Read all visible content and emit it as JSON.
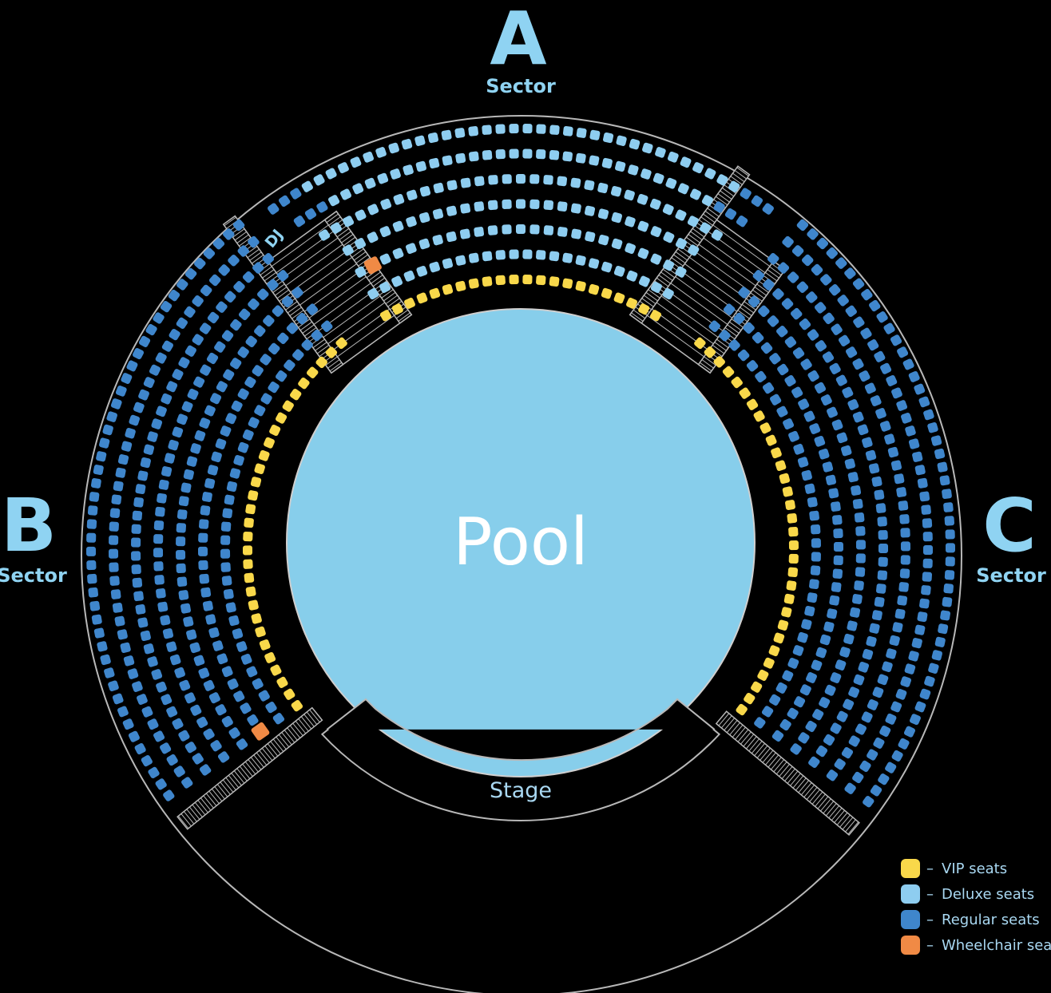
{
  "colors": {
    "vip": "#f9d84a",
    "deluxe": "#8ecdf0",
    "regular": "#3f86cc",
    "wheelchair": "#f08a45",
    "pool": "#87ceeb",
    "label": "#8fd3f2",
    "line": "#b8b8b8"
  },
  "sectors": [
    {
      "letter": "A",
      "label": "Sector",
      "rows": [
        "vip",
        "deluxe",
        "deluxe",
        "deluxe",
        "deluxe",
        "deluxe",
        "deluxe"
      ],
      "wheelchair": [
        {
          "row": 2,
          "seat": 1
        }
      ]
    },
    {
      "letter": "B",
      "label": "Sector",
      "rows": [
        "vip",
        "regular",
        "regular",
        "regular",
        "regular",
        "regular",
        "regular",
        "regular"
      ],
      "wheelchair": [
        {
          "row": 2,
          "seat": 0
        }
      ]
    },
    {
      "letter": "C",
      "label": "Sector",
      "rows": [
        "vip",
        "regular",
        "regular",
        "regular",
        "regular",
        "regular",
        "regular",
        "regular"
      ],
      "wheelchair": []
    }
  ],
  "pool_label": "Pool",
  "stage_label": "Stage",
  "dj_label": "DJ",
  "legend": [
    {
      "type": "vip",
      "label": "VIP seats"
    },
    {
      "type": "deluxe",
      "label": "Deluxe seats"
    },
    {
      "type": "regular",
      "label": "Regular seats"
    },
    {
      "type": "wheelchair",
      "label": "Wheelchair seats"
    }
  ],
  "legend_dash": "–"
}
